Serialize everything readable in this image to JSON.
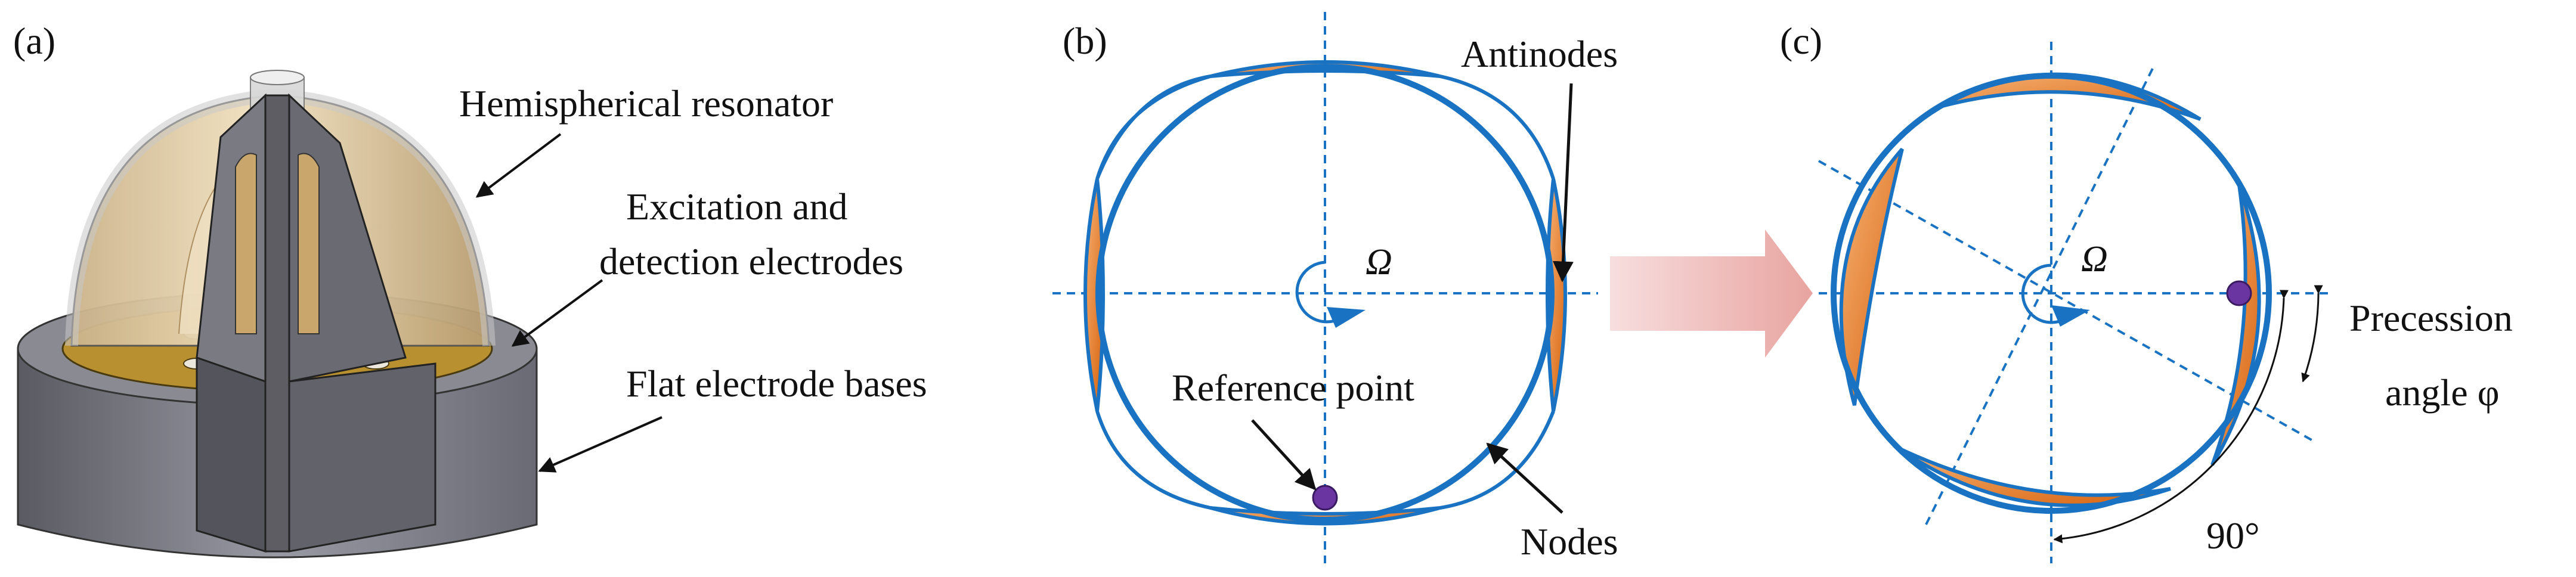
{
  "panel_a": {
    "tag": "(a)",
    "label_resonator": "Hemispherical resonator",
    "label_electrodes_line1": "Excitation and",
    "label_electrodes_line2": "detection electrodes",
    "label_bases": "Flat electrode bases"
  },
  "panel_b": {
    "tag": "(b)",
    "label_antinodes": "Antinodes",
    "label_reference": "Reference point",
    "label_nodes": "Nodes",
    "omega_symbol": "Ω"
  },
  "panel_c": {
    "tag": "(c)",
    "omega_symbol": "Ω",
    "label_precession_line1": "Precession",
    "label_precession_line2": "angle φ",
    "label_angle": "90°"
  },
  "colors": {
    "ring_blue": "#1a73c2",
    "orange": "#e2781f",
    "purple": "#6a35a0",
    "dashed": "#1a73c2",
    "gold": "#b08a2a",
    "shell": "#e3cfa8",
    "metal": "#6e6e76"
  }
}
